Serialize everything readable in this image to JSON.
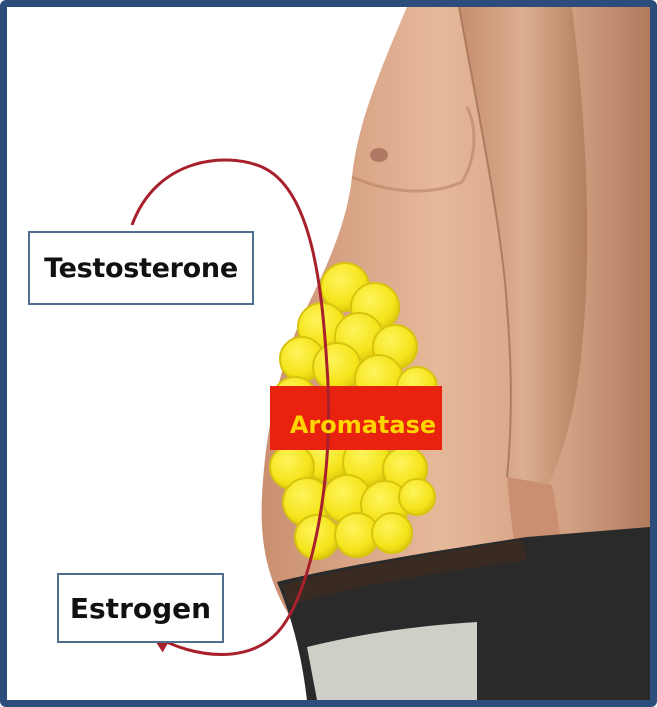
{
  "diagram": {
    "hormone_source": "Testosterone",
    "enzyme": "Aromatase",
    "hormone_product": "Estrogen"
  },
  "colors": {
    "frame": "#2c4d7c",
    "arrow": "#a8202c",
    "enzyme_box": "#e8220f",
    "enzyme_text": "#ffd400",
    "fat_cells": "#f6ea1c",
    "skin": "#d8a98a",
    "pants": "#2a2a2a"
  },
  "icons": [
    "conversion-arrow",
    "fat-cell-cluster"
  ]
}
